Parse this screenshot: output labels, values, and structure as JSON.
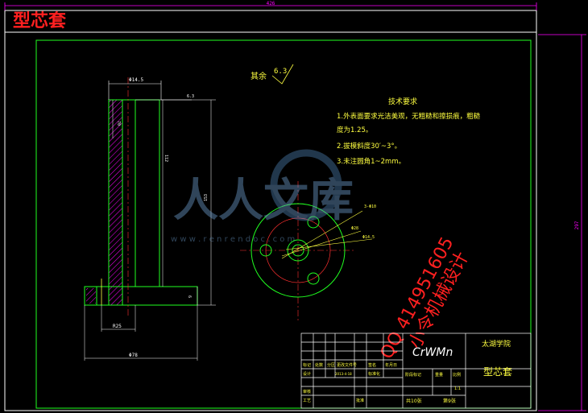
{
  "title": "型芯套",
  "dims": {
    "top_width": "426",
    "right_height": "297",
    "top_hole": "Φ14.5",
    "top_flag": "6.3",
    "dim_70": "70",
    "dim_112": "112",
    "dim_153": "153",
    "dim_9": "9",
    "r25": "R25",
    "phi78": "Φ78",
    "hole_3": "3-Φ10",
    "phi28": "Φ28",
    "phi46": "Φ14.5"
  },
  "roughness": {
    "label": "其余",
    "value": "6.3"
  },
  "requirements": {
    "heading": "技术要求",
    "line1": "1.外表面要求光洁美观，无粗糙和擦损痕，粗糙",
    "line2": "度为1.25。",
    "line3": "2.拔模斜度30′~3°。",
    "line4": "3.未注圆角1~2mm。"
  },
  "watermark": {
    "brand": "人人文库",
    "url": "w w w . r e n r e n d o c . c o m"
  },
  "overlay": {
    "line1": "QQ 414951605",
    "line2": "小令机械设计"
  },
  "titleblock": {
    "material": "CrWMn",
    "school": "太湖学院",
    "part": "型芯套",
    "row_labels": [
      "标记",
      "处数",
      "分区",
      "更改文件号",
      "签名",
      "年月日"
    ],
    "design": "设计",
    "date": "2013-4-18",
    "std": "标准化",
    "stage": "阶段标记",
    "weight": "重量",
    "scale": "比例",
    "scale_val": "1:1",
    "review": "审核",
    "process": "工艺",
    "approve": "批准",
    "sheets_total": "共10张",
    "sheet_no": "第9张"
  },
  "colors": {
    "frame": "#20ff20",
    "title": "#ff2020",
    "dim": "#ff00ff",
    "text": "#ffff40"
  }
}
